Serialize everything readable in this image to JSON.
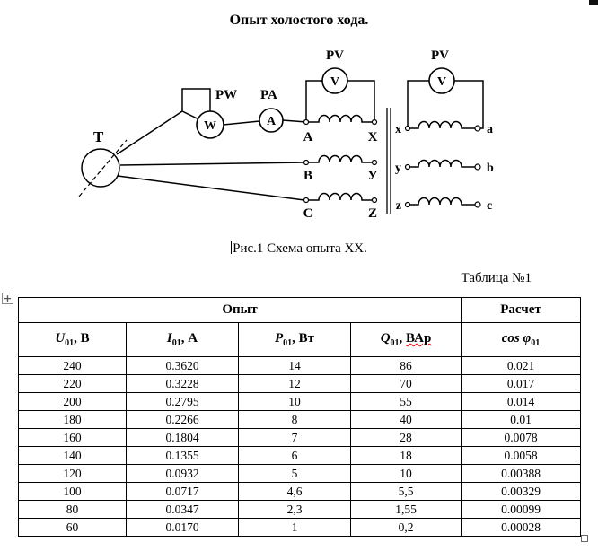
{
  "page": {
    "title": "Опыт холостого хода.",
    "figure_caption": "Рис.1 Схема опыта XX.",
    "table_label": "Таблица №1"
  },
  "colors": {
    "spellcheck_underline": "#ff0000",
    "ink": "#000000",
    "background": "#ffffff"
  },
  "icons": {
    "table_move_handle": "+",
    "table_resize_handle": "",
    "text_cursor": "|"
  },
  "diagram": {
    "source_label": "T",
    "meters": {
      "wattmeter": {
        "label": "PW",
        "symbol": "W"
      },
      "ammeter": {
        "label": "PA",
        "symbol": "A"
      },
      "voltmeter_primary": {
        "label": "PV",
        "symbol": "V"
      },
      "voltmeter_secondary": {
        "label": "PV",
        "symbol": "V"
      }
    },
    "primary_rows": [
      [
        "A",
        "X"
      ],
      [
        "B",
        "У"
      ],
      [
        "C",
        "Z"
      ]
    ],
    "secondary_rows": [
      [
        "x",
        "a"
      ],
      [
        "y",
        "b"
      ],
      [
        "z",
        "c"
      ]
    ]
  },
  "table": {
    "group_headers": {
      "experiment": "Опыт",
      "calculation": "Расчет"
    },
    "columns": [
      {
        "sym": "U",
        "sub": "01",
        "unit": ", В"
      },
      {
        "sym": "I",
        "sub": "01",
        "unit": ", А"
      },
      {
        "sym": "P",
        "sub": "01",
        "unit": ", Вт"
      },
      {
        "sym": "Q",
        "sub": "01",
        "unit": ", ",
        "unit2": "ВАр"
      },
      {
        "sym": "cos φ",
        "sub": "01",
        "unit": ""
      }
    ],
    "rows": [
      [
        "240",
        "0.3620",
        "14",
        "86",
        "0.021"
      ],
      [
        "220",
        "0.3228",
        "12",
        "70",
        "0.017"
      ],
      [
        "200",
        "0.2795",
        "10",
        "55",
        "0.014"
      ],
      [
        "180",
        "0.2266",
        "8",
        "40",
        "0.01"
      ],
      [
        "160",
        "0.1804",
        "7",
        "28",
        "0.0078"
      ],
      [
        "140",
        "0.1355",
        "6",
        "18",
        "0.0058"
      ],
      [
        "120",
        "0.0932",
        "5",
        "10",
        "0.00388"
      ],
      [
        "100",
        "0.0717",
        "4,6",
        "5,5",
        "0.00329"
      ],
      [
        "80",
        "0.0347",
        "2,3",
        "1,55",
        "0.00099"
      ],
      [
        "60",
        "0.0170",
        "1",
        "0,2",
        "0.00028"
      ]
    ]
  }
}
